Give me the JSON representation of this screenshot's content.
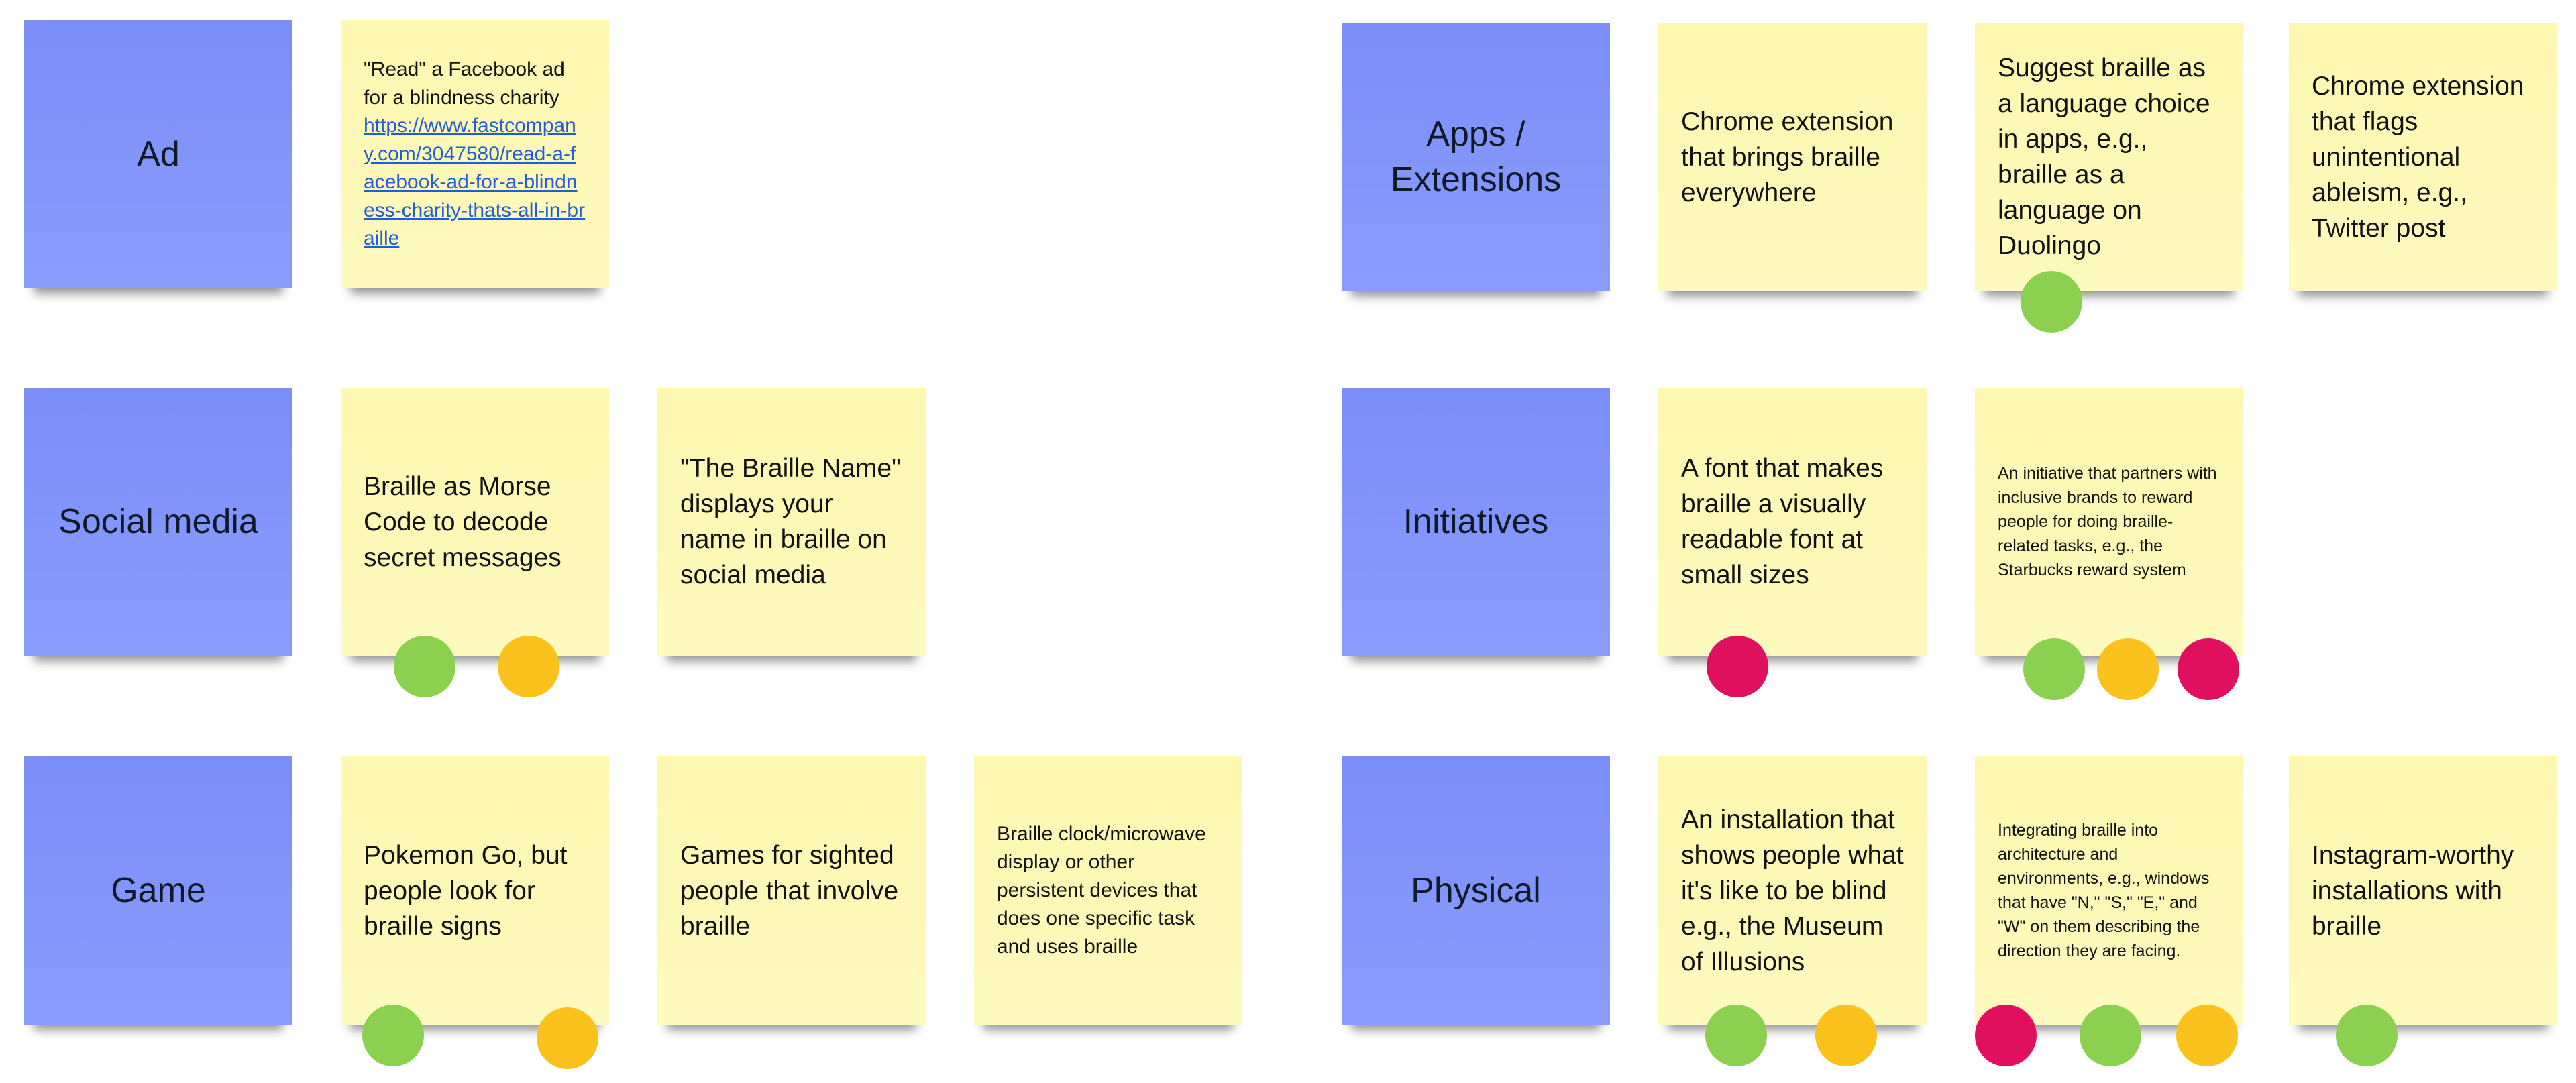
{
  "colors": {
    "category_note": "#7b8ef9",
    "idea_note": "#fdf7b0",
    "dot_green": "#8cd04f",
    "dot_yellow": "#fbc21d",
    "dot_red": "#e0105f"
  },
  "categories": {
    "ad": "Ad",
    "social_media": "Social media",
    "game": "Game",
    "apps_extensions_line1": "Apps /",
    "apps_extensions_line2": "Extensions",
    "initiatives": "Initiatives",
    "physical": "Physical"
  },
  "notes": {
    "ad_1_text": "\"Read\" a Facebook ad for a blindness charity",
    "ad_1_link": "https://www.fastcompany.com/3047580/read-a-facebook-ad-for-a-blindness-charity-thats-all-in-braille",
    "social_1": "Braille as Morse Code to decode secret messages",
    "social_2": "\"The Braille Name\" displays your name in braille on social media",
    "game_1": "Pokemon Go, but people look for braille signs",
    "game_2": "Games for sighted people that involve braille",
    "game_3": "Braille clock/microwave display or other persistent devices that does one specific task and uses braille",
    "apps_1": "Chrome extension that brings braille everywhere",
    "apps_2": "Suggest braille as a language choice in apps, e.g., braille as a language on Duolingo",
    "apps_3": "Chrome extension that flags unintentional ableism, e.g., Twitter post",
    "init_1": "A font that makes braille a visually readable font at small sizes",
    "init_2": "An initiative that partners with inclusive brands to reward people for doing braille-related tasks, e.g., the Starbucks reward system",
    "phys_1": "An installation that shows people what it's like to be blind e.g., the Museum of Illusions",
    "phys_2": "Integrating braille into architecture and environments, e.g., windows that have \"N,\" \"S,\" \"E,\" and \"W\" on them describing the direction they are facing.",
    "phys_3": "Instagram-worthy installations with braille"
  }
}
